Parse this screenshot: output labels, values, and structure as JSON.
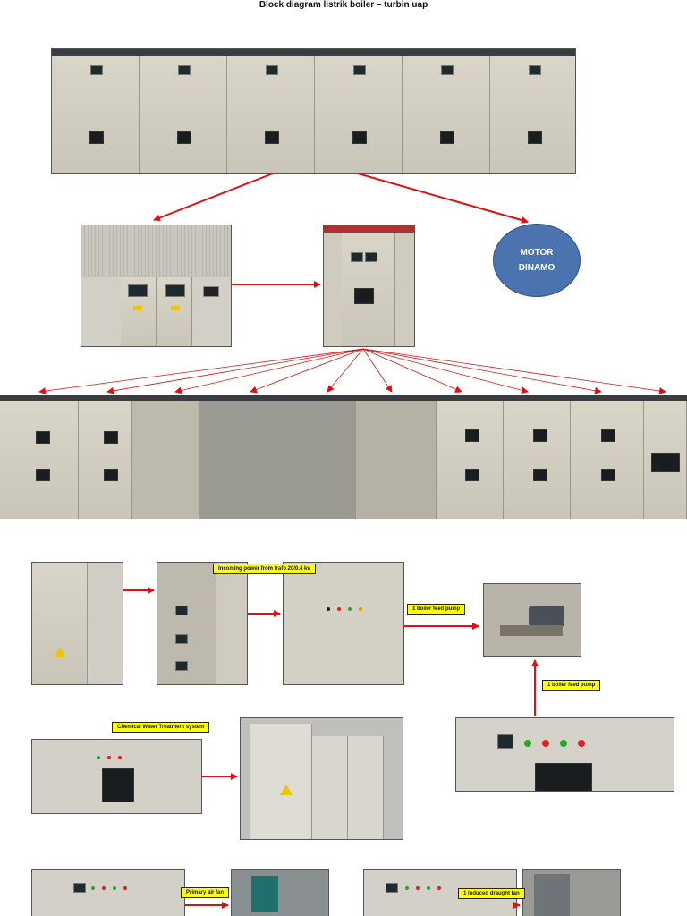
{
  "title": "Block diagram listrik boiler – turbin uap",
  "motor": {
    "line1": "MOTOR",
    "line2": "DINAMO"
  },
  "labels": {
    "incoming": "Incoming power from trafo  20/0.4 kv",
    "feed_pump_a": "1 boiler feed pump",
    "feed_pump_b": "1 boiler feed pump",
    "chemical": "Chemical Water Treatment system",
    "primary_air": "Primary air fan",
    "induced": "1 Induced draught fan"
  },
  "colors": {
    "arrow": "#e01010",
    "ellipse_fill": "#4a73b0",
    "label_fill": "#ffff00",
    "panel": "#d4d0c4"
  }
}
